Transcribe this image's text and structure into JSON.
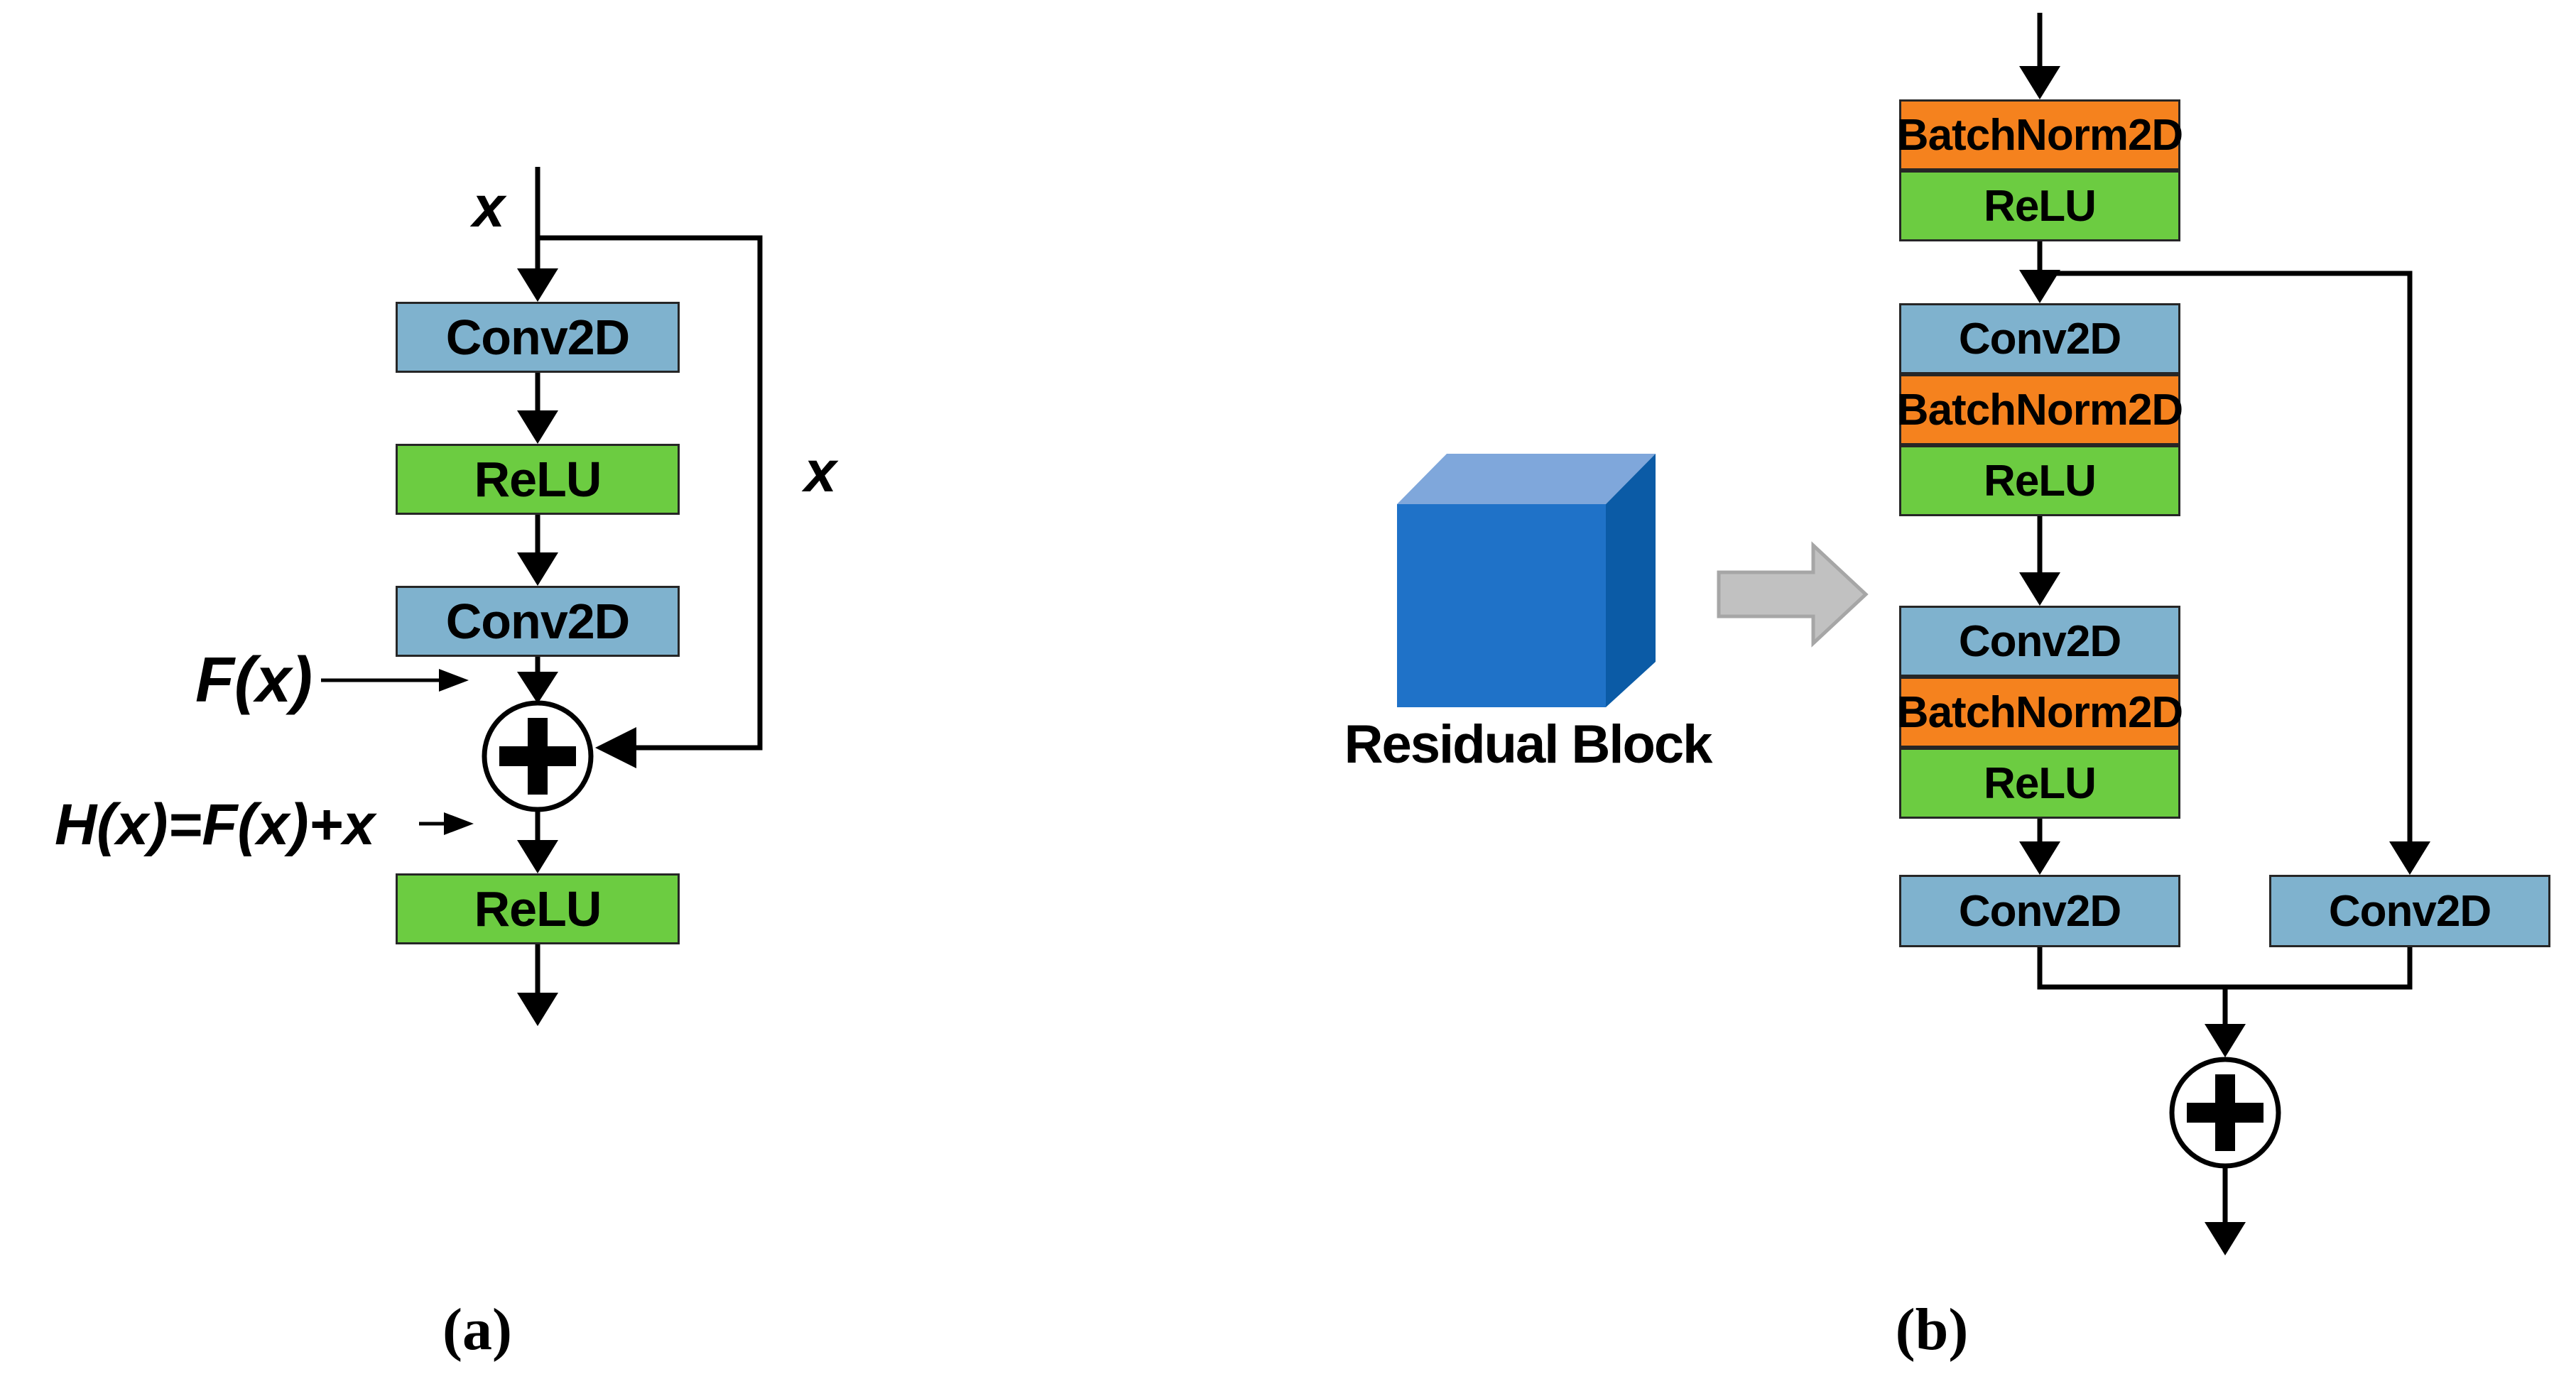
{
  "figure": {
    "caption_a": "(a)",
    "caption_b": "(b)",
    "colors": {
      "conv": "#7FB2CE",
      "relu": "#6CCC41",
      "batchnorm": "#F5821E",
      "line": "#000000",
      "cube_top": "#7FA7DB",
      "cube_front": "#1F72C8",
      "cube_side": "#0B5BA6",
      "block_arrow_fill": "#C1C1C1",
      "block_arrow_border": "#A6A6A6"
    },
    "icons": {
      "sum_a": "plus-circle-icon",
      "sum_b": "plus-circle-icon",
      "transform": "right-block-arrow-icon",
      "cube": "residual-block-cube-icon"
    },
    "diagram_a": {
      "input_label": "x",
      "skip_label": "x",
      "residual_function_label": "F(x)",
      "sum_function_label": "H(x)=F(x)+x",
      "boxes": [
        {
          "label": "Conv2D"
        },
        {
          "label": "ReLU"
        },
        {
          "label": "Conv2D"
        },
        {
          "label": "ReLU"
        }
      ]
    },
    "diagram_b": {
      "cube_label": "Residual Block",
      "stack1": [
        {
          "label": "BatchNorm2D"
        },
        {
          "label": "ReLU"
        }
      ],
      "stack2": [
        {
          "label": "Conv2D"
        },
        {
          "label": "BatchNorm2D"
        },
        {
          "label": "ReLU"
        }
      ],
      "stack3": [
        {
          "label": "Conv2D"
        },
        {
          "label": "BatchNorm2D"
        },
        {
          "label": "ReLU"
        }
      ],
      "conv_left_label": "Conv2D",
      "conv_right_label": "Conv2D"
    }
  }
}
